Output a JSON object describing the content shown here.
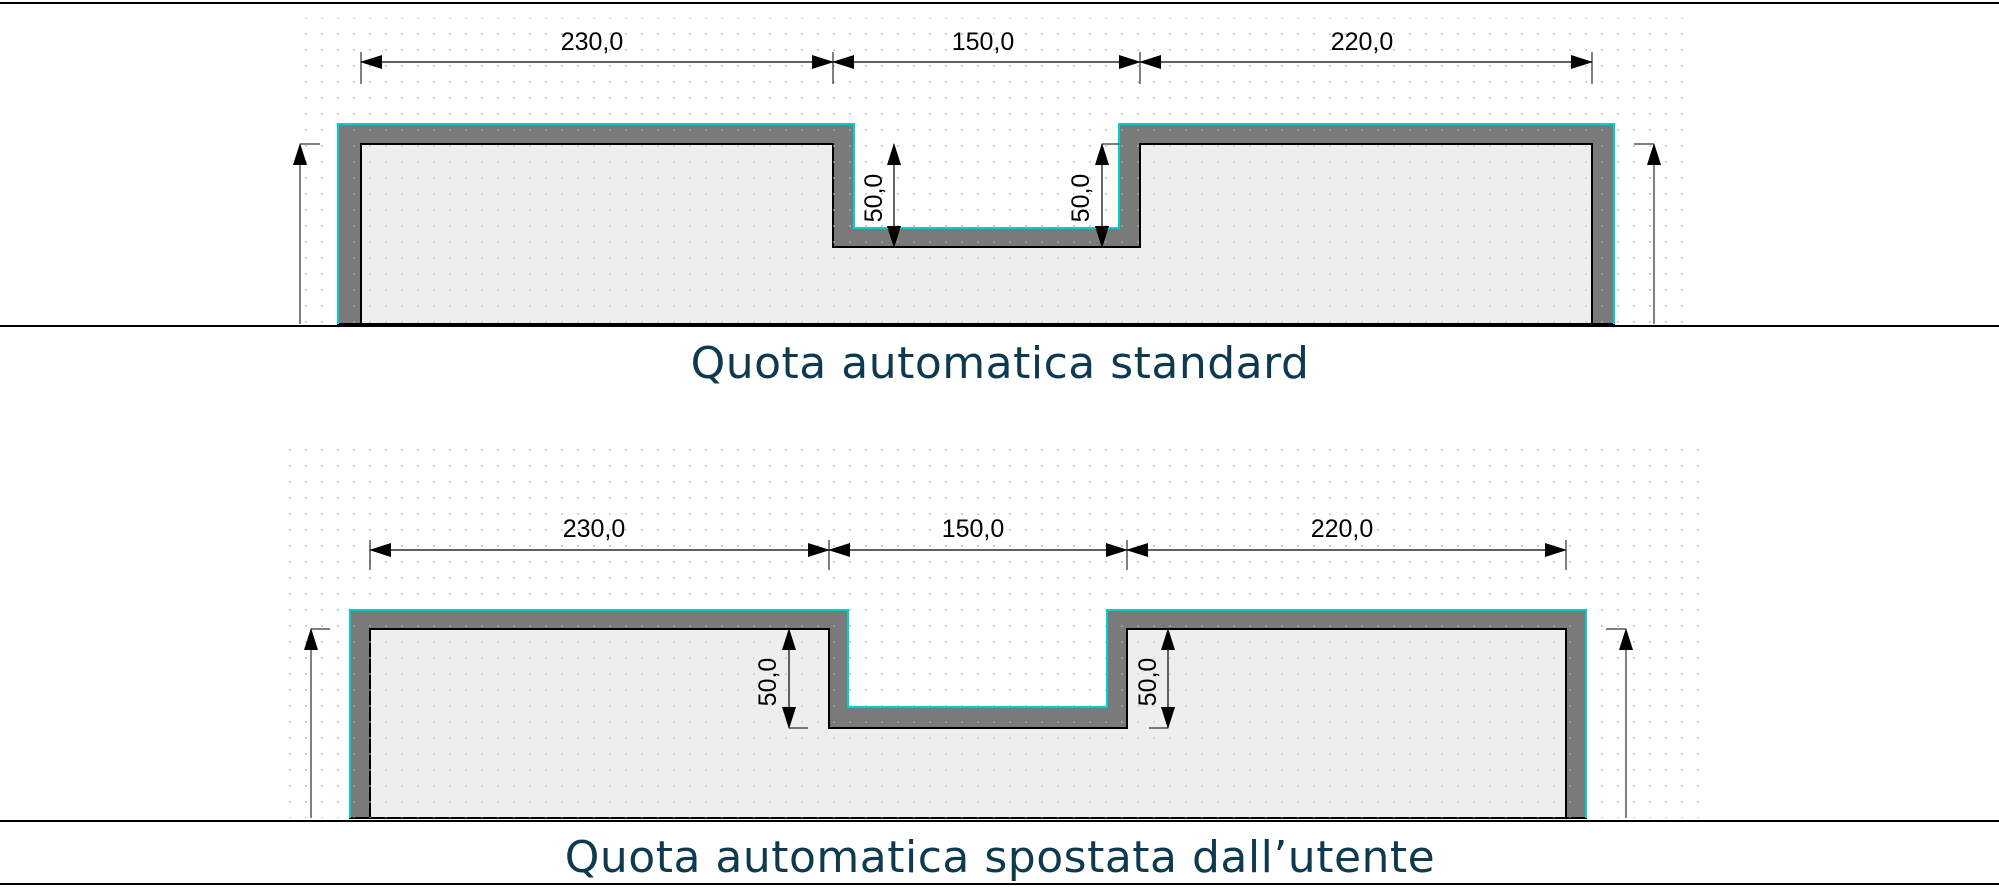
{
  "panels": [
    {
      "caption": "Quota automatica standard",
      "horizontal_dims": [
        "230,0",
        "150,0",
        "220,0"
      ],
      "vertical_dims": [
        "50,0",
        "50,0"
      ]
    },
    {
      "caption": "Quota automatica spostata dall’utente",
      "horizontal_dims": [
        "230,0",
        "150,0",
        "220,0"
      ],
      "vertical_dims": [
        "50,0",
        "50,0"
      ]
    }
  ],
  "colors": {
    "wall": "#7a7a7a",
    "floor": "#eeeeee",
    "wall_highlight": "#00d0d0",
    "caption": "#0e3a4f"
  }
}
